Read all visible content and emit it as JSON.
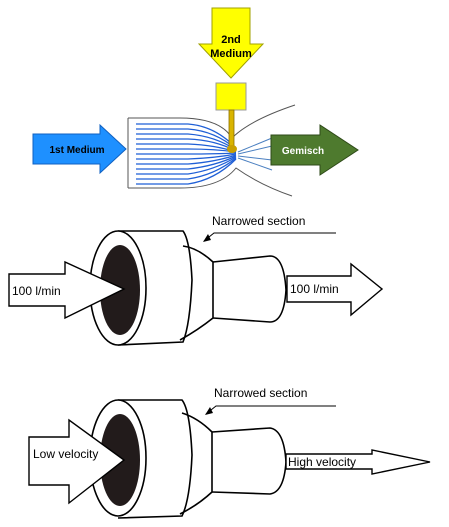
{
  "top_diagram": {
    "medium1_label": "1st Medium",
    "medium2_label_line1": "2nd",
    "medium2_label_line2": "Medium",
    "mixture_label": "Gemisch",
    "colors": {
      "medium1_arrow": "#1e90ff",
      "medium2_arrow": "#ffff00",
      "mixture_arrow": "#4e7a2e",
      "flow_lines": "#1f5fd6",
      "nozzle": "#d9b400"
    }
  },
  "middle_diagram": {
    "narrowed_label": "Narrowed section",
    "inflow_label": "100 l/min",
    "outflow_label": "100 l/min"
  },
  "bottom_diagram": {
    "narrowed_label": "Narrowed section",
    "inflow_label": "Low velocity",
    "outflow_label": "High velocity"
  }
}
